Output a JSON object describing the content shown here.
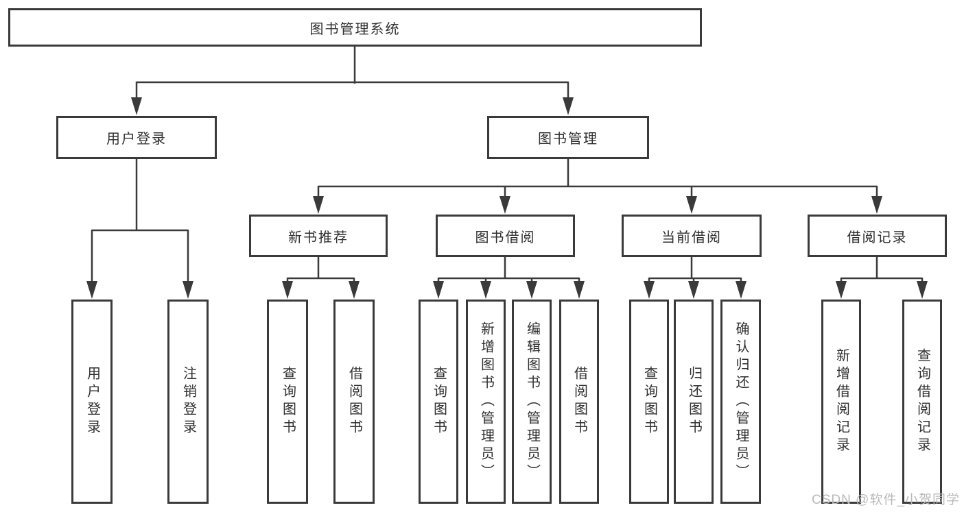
{
  "diagram": {
    "type": "tree",
    "root": {
      "label": "图书管理系统",
      "children": [
        {
          "label": "用户登录",
          "children": [
            {
              "label": "用户登录"
            },
            {
              "label": "注销登录"
            }
          ]
        },
        {
          "label": "图书管理",
          "children": [
            {
              "label": "新书推荐",
              "children": [
                {
                  "label": "查询图书"
                },
                {
                  "label": "借阅图书"
                }
              ]
            },
            {
              "label": "图书借阅",
              "children": [
                {
                  "label": "查询图书"
                },
                {
                  "label": "新增图书（管理员）"
                },
                {
                  "label": "编辑图书（管理员）"
                },
                {
                  "label": "借阅图书"
                }
              ]
            },
            {
              "label": "当前借阅",
              "children": [
                {
                  "label": "查询图书"
                },
                {
                  "label": "归还图书"
                },
                {
                  "label": "确认归还（管理员）"
                }
              ]
            },
            {
              "label": "借阅记录",
              "children": [
                {
                  "label": "新增借阅记录"
                },
                {
                  "label": "查询借阅记录"
                }
              ]
            }
          ]
        }
      ]
    }
  },
  "watermark": {
    "text": "CSDN @软件_小贺同学"
  },
  "colors": {
    "line": "#3a3a3a",
    "box_background": "#ffffff",
    "text": "#2f2f2f",
    "watermark": "#b9b9b9"
  }
}
